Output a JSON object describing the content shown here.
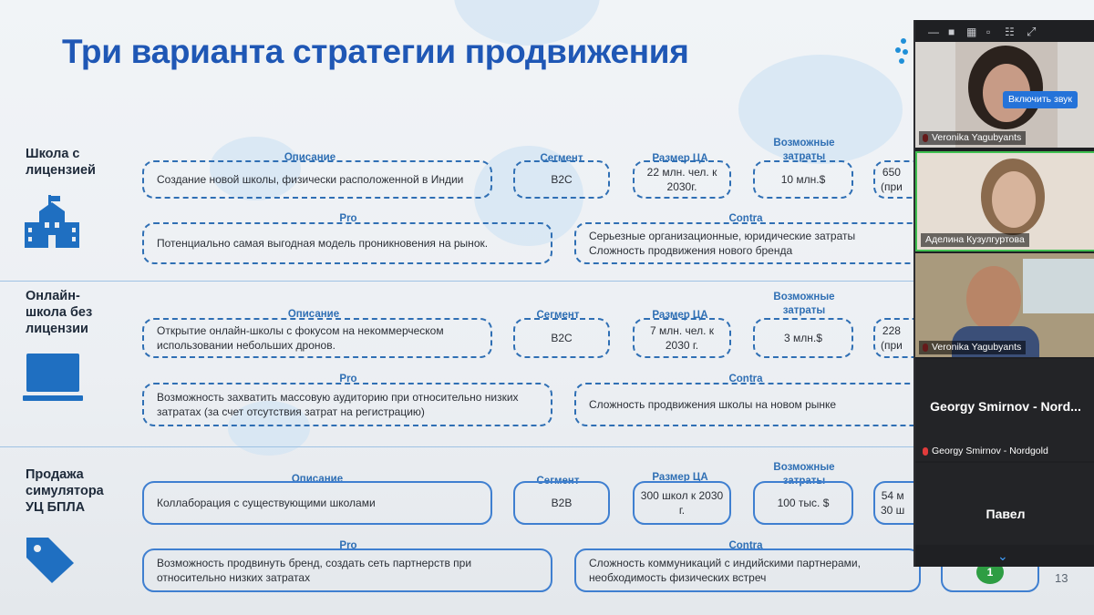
{
  "slide": {
    "title": "Три варианта стратегии продвижения",
    "page_number": "13",
    "headers": {
      "description": "Описание",
      "segment": "Сегмент",
      "size": "Размер ЦА",
      "costs": "Возможные затраты",
      "pro": "Pro",
      "contra": "Contra"
    },
    "rows": [
      {
        "label": "Школа с\nлицензией",
        "icon": "school-building-icon",
        "description": "Создание новой школы, физически расположенной в Индии",
        "segment": "B2C",
        "size": "22 млн. чел. к 2030г.",
        "costs": "10 млн.$",
        "extra": "650\n(при",
        "pro": "Потенциально самая выгодная модель проникновения на рынок.",
        "contra": "Серьезные организационные, юридические затраты\nСложность продвижения нового бренда"
      },
      {
        "label": "Онлайн-\nшкола без\nлицензии",
        "icon": "laptop-icon",
        "description": "Открытие онлайн-школы с фокусом на некоммерческом использовании небольших дронов.",
        "segment": "B2C",
        "size": "7 млн. чел. к 2030 г.",
        "costs": "3 млн.$",
        "extra": "228\n(при",
        "pro": "Возможность захватить массовую аудиторию при относительно низких затратах (за счет отсутствия затрат на регистрацию)",
        "contra": "Сложность продвижения школы на новом рынке"
      },
      {
        "label": "Продажа\nсимулятора\nУЦ БПЛА",
        "icon": "price-tag-icon",
        "description": "Коллаборация с существующими школами",
        "segment": "B2B",
        "size": "300 школ к 2030 г.",
        "costs": "100 тыс. $",
        "extra": "54 м\n30 ш",
        "pro": "Возможность продвинуть бренд, создать сеть партнерств при относительно низких затратах",
        "contra": "Сложность коммуникаций с индийскими партнерами, необходимость физических встреч"
      }
    ],
    "badge": "1"
  },
  "video_panel": {
    "unmute_label": "Включить звук",
    "participants": [
      {
        "name": "Veronika Yagubyants"
      },
      {
        "name": "Аделина Кузулгуртова"
      },
      {
        "name": "Veronika Yagubyants"
      },
      {
        "name": "Georgy Smirnov - Nordgold",
        "display": "Georgy Smirnov - Nord..."
      },
      {
        "name": "Павел"
      }
    ],
    "more_icon": "chevron-down-icon",
    "colors": {
      "panel_bg": "#1f2023",
      "active_border": "#3fbf4f",
      "accent": "#2573d9"
    }
  }
}
